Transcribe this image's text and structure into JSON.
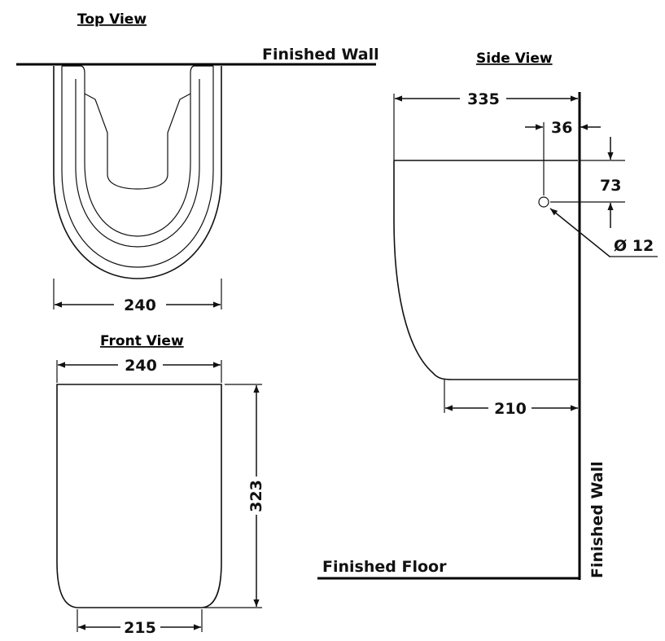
{
  "top_view": {
    "title": "Top View",
    "wall_label": "Finished Wall",
    "width_dim": "240"
  },
  "front_view": {
    "title": "Front View",
    "top_width_dim": "240",
    "height_dim": "323",
    "bottom_width_dim": "215"
  },
  "side_view": {
    "title": "Side View",
    "depth_dim": "335",
    "hole_offset_dim": "36",
    "hole_drop_dim": "73",
    "hole_diameter_dim": "Ø 12",
    "base_depth_dim": "210",
    "wall_label": "Finished Wall",
    "floor_label": "Finished Floor"
  }
}
